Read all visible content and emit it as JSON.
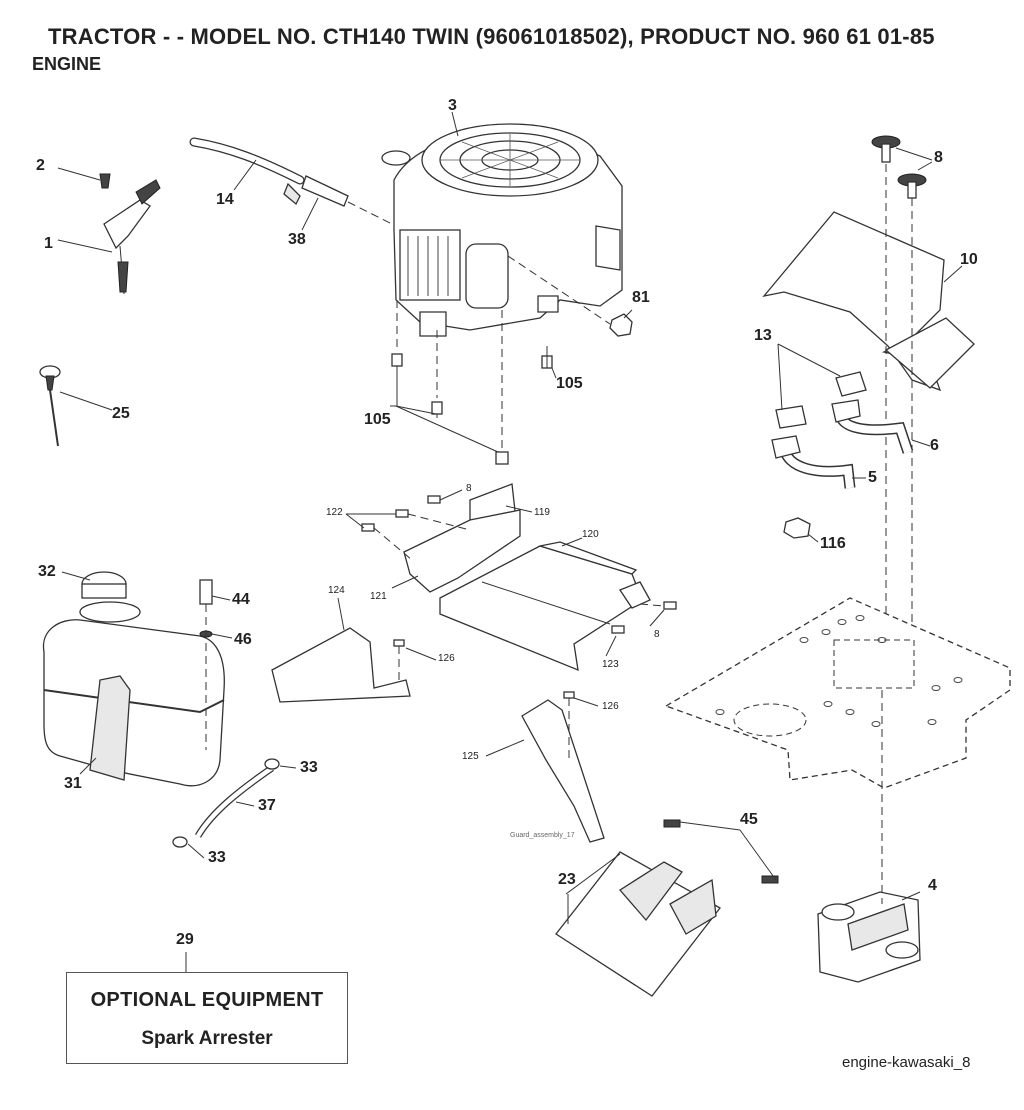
{
  "header": {
    "title": "TRACTOR - - MODEL NO. CTH140 TWIN (96061018502), PRODUCT NO. 960 61 01-85",
    "subtitle": "ENGINE"
  },
  "callouts": [
    {
      "key": "p1",
      "label": "1"
    },
    {
      "key": "p2",
      "label": "2"
    },
    {
      "key": "p3",
      "label": "3"
    },
    {
      "key": "p14",
      "label": "14"
    },
    {
      "key": "p38",
      "label": "38"
    },
    {
      "key": "p81",
      "label": "81"
    },
    {
      "key": "p105a",
      "label": "105"
    },
    {
      "key": "p105b",
      "label": "105"
    },
    {
      "key": "p25",
      "label": "25"
    },
    {
      "key": "p8a",
      "label": "8"
    },
    {
      "key": "p10",
      "label": "10"
    },
    {
      "key": "p13",
      "label": "13"
    },
    {
      "key": "p6",
      "label": "6"
    },
    {
      "key": "p5",
      "label": "5"
    },
    {
      "key": "p116",
      "label": "116"
    },
    {
      "key": "p8b",
      "label": "8"
    },
    {
      "key": "p122",
      "label": "122"
    },
    {
      "key": "p119",
      "label": "119"
    },
    {
      "key": "p120",
      "label": "120"
    },
    {
      "key": "p121",
      "label": "121"
    },
    {
      "key": "p8c",
      "label": "8"
    },
    {
      "key": "p123",
      "label": "123"
    },
    {
      "key": "p124",
      "label": "124"
    },
    {
      "key": "p126a",
      "label": "126"
    },
    {
      "key": "p126b",
      "label": "126"
    },
    {
      "key": "p125",
      "label": "125"
    },
    {
      "key": "p32",
      "label": "32"
    },
    {
      "key": "p44",
      "label": "44"
    },
    {
      "key": "p46",
      "label": "46"
    },
    {
      "key": "p31",
      "label": "31"
    },
    {
      "key": "p33a",
      "label": "33"
    },
    {
      "key": "p37",
      "label": "37"
    },
    {
      "key": "p33b",
      "label": "33"
    },
    {
      "key": "p45",
      "label": "45"
    },
    {
      "key": "p23",
      "label": "23"
    },
    {
      "key": "p4",
      "label": "4"
    },
    {
      "key": "p29",
      "label": "29"
    }
  ],
  "guard_note": "Guard_assembly_17",
  "optional_box": {
    "title": "OPTIONAL EQUIPMENT",
    "item": "Spark Arrester"
  },
  "footer": {
    "ref": "engine-kawasaki_8"
  }
}
